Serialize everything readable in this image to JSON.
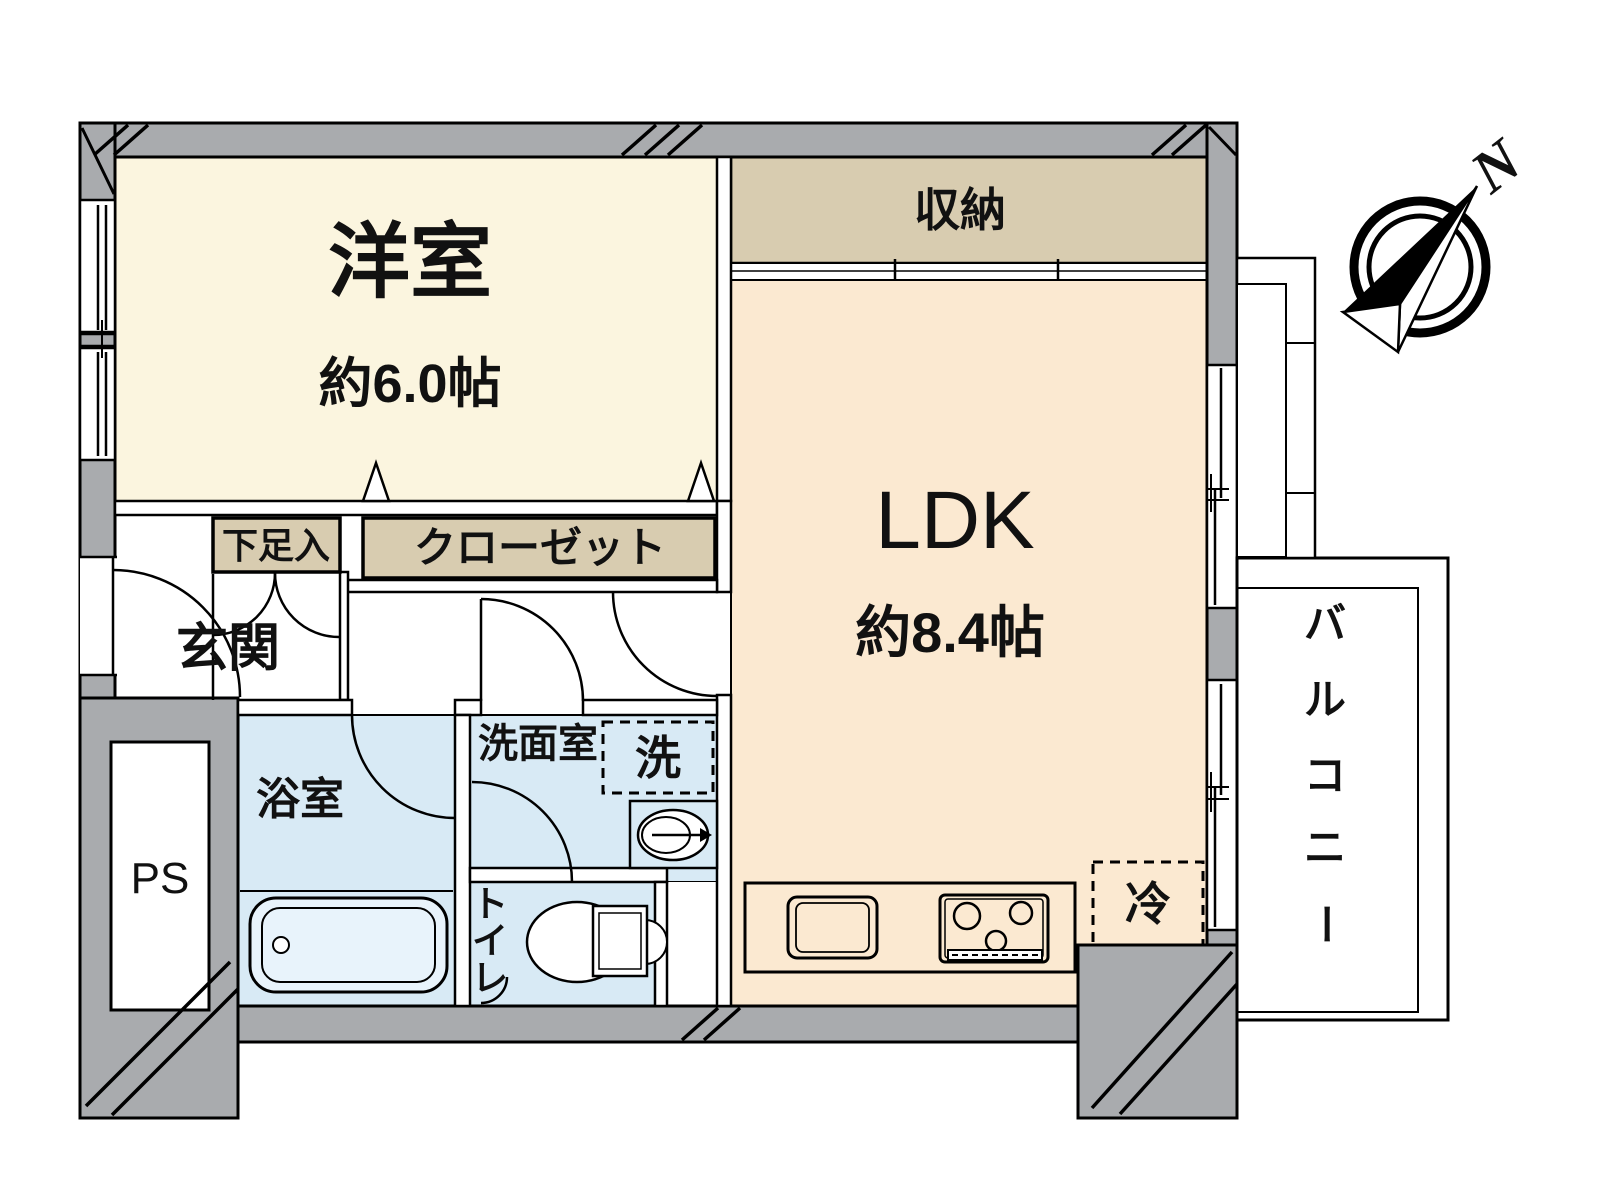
{
  "plan": {
    "rooms": {
      "western": {
        "label": "洋室",
        "size": "約6.0帖"
      },
      "ldk": {
        "label": "LDK",
        "size": "約8.4帖"
      },
      "storage": {
        "label": "収納"
      },
      "closet": {
        "label": "クローゼット"
      },
      "shoe_box": {
        "label": "下足入"
      },
      "entrance": {
        "label": "玄関"
      },
      "bath": {
        "label": "浴室"
      },
      "washroom": {
        "label": "洗面室"
      },
      "pipe_space": {
        "label": "PS"
      },
      "toilet": {
        "label": "トイレ",
        "chars": [
          "ト",
          "イ",
          "レ"
        ]
      },
      "balcony": {
        "label": "バルコニー",
        "chars": [
          "バ",
          "ル",
          "コ",
          "ニ",
          "ー"
        ]
      }
    },
    "fixtures": {
      "washing_machine": {
        "label": "洗"
      },
      "refrigerator": {
        "label": "冷"
      }
    },
    "compass": {
      "north_label": "N"
    },
    "colors": {
      "wall_gray": "#a9abae",
      "western_floor": "#fbf5df",
      "ldk_floor": "#fbe9d1",
      "storage_tan": "#d8ccb0",
      "wet_blue": "#d8eaf5",
      "tub_fill": "#e8f3fb",
      "line_black": "#000000"
    }
  }
}
